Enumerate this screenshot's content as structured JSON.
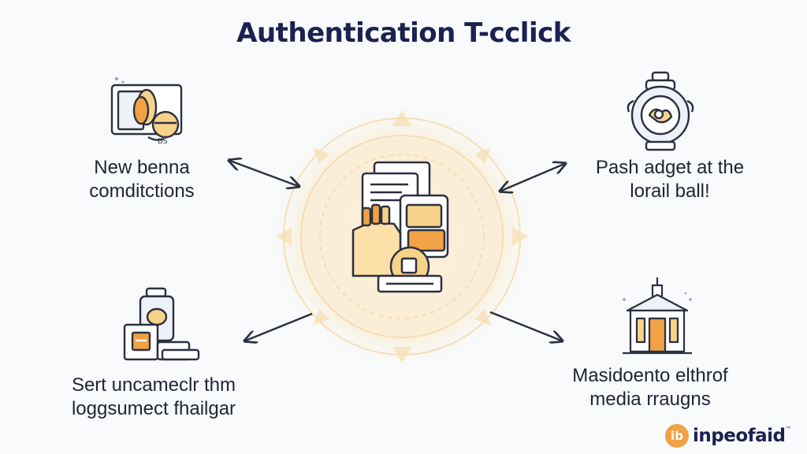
{
  "title": "Authentication T-cclick",
  "nodes": {
    "top_left": {
      "lines": [
        "New benna",
        "comditctions"
      ],
      "icon": "document-coins-icon"
    },
    "top_right": {
      "lines": [
        "Pash adget at the",
        "lorail ball!"
      ],
      "icon": "jar-seal-icon"
    },
    "bottom_left": {
      "lines": [
        "Sert uncameclr thm",
        "loggsumect fhailgar"
      ],
      "icon": "boxes-stack-icon"
    },
    "bottom_right": {
      "lines": [
        "Masidoento elthrof",
        "media rraugns"
      ],
      "icon": "building-icon"
    }
  },
  "center": {
    "icon": "document-stack-hand-icon"
  },
  "logo": {
    "badge": "ib",
    "text": "inpeofaid",
    "tm": "™"
  },
  "colors": {
    "navy": "#1b2150",
    "accent": "#f0a244",
    "accent_light": "#f7d38a",
    "glow": "#fbe6bf",
    "line": "#2b3040",
    "background": "#f8fafc"
  }
}
